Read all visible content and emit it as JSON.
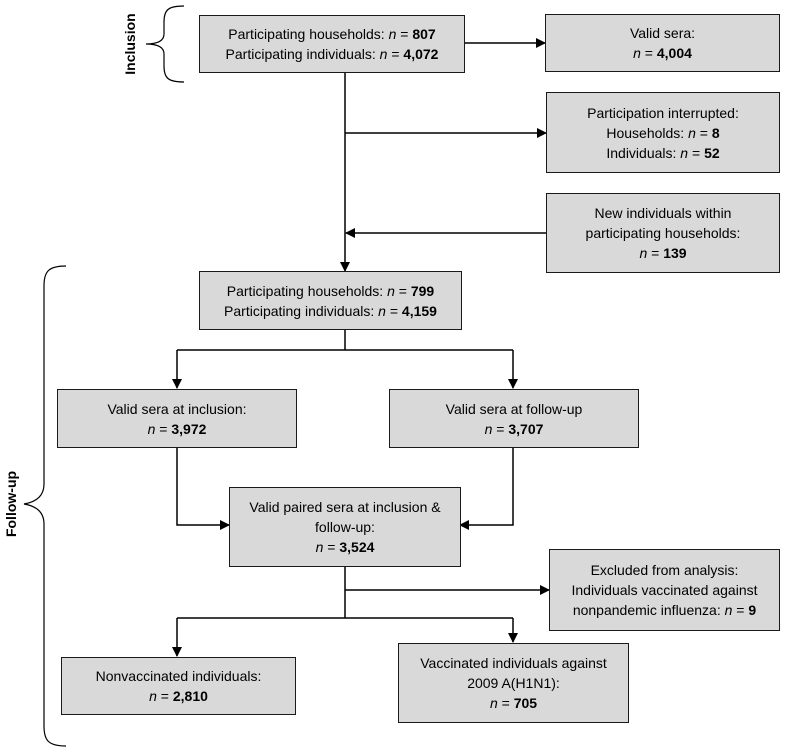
{
  "labels": {
    "inclusion": "Inclusion",
    "followup": "Follow-up"
  },
  "n_symbol": "n",
  "eq": " = ",
  "boxes": {
    "b1": {
      "l1_pre": "Participating households: ",
      "l1_val": "807",
      "l2_pre": "Participating individuals: ",
      "l2_val": "4,072"
    },
    "b2": {
      "l1": "Valid sera:",
      "l2_val": "4,004"
    },
    "b3": {
      "l1": "Participation interrupted:",
      "l2_pre": "Households: ",
      "l2_val": "8",
      "l3_pre": "Individuals: ",
      "l3_val": "52"
    },
    "b4": {
      "l1": "New individuals within",
      "l2": "participating households:",
      "l3_val": "139"
    },
    "b5": {
      "l1_pre": "Participating households: ",
      "l1_val": "799",
      "l2_pre": "Participating individuals: ",
      "l2_val": "4,159"
    },
    "b6": {
      "l1": "Valid sera at inclusion:",
      "l2_val": "3,972"
    },
    "b7": {
      "l1": "Valid sera at follow-up",
      "l2_val": "3,707"
    },
    "b8": {
      "l1": "Valid paired sera at inclusion &",
      "l2": "follow-up:",
      "l3_val": "3,524"
    },
    "b9": {
      "l1": "Excluded from analysis:",
      "l2": "Individuals vaccinated against",
      "l3_pre": "nonpandemic influenza: ",
      "l3_val": "9"
    },
    "b10": {
      "l1": "Nonvaccinated individuals:",
      "l2_val": "2,810"
    },
    "b11": {
      "l1": "Vaccinated individuals against",
      "l2": "2009 A(H1N1):",
      "l3_val": "705"
    }
  },
  "colors": {
    "box_fill": "#d9d9d9",
    "stroke": "#000000"
  }
}
